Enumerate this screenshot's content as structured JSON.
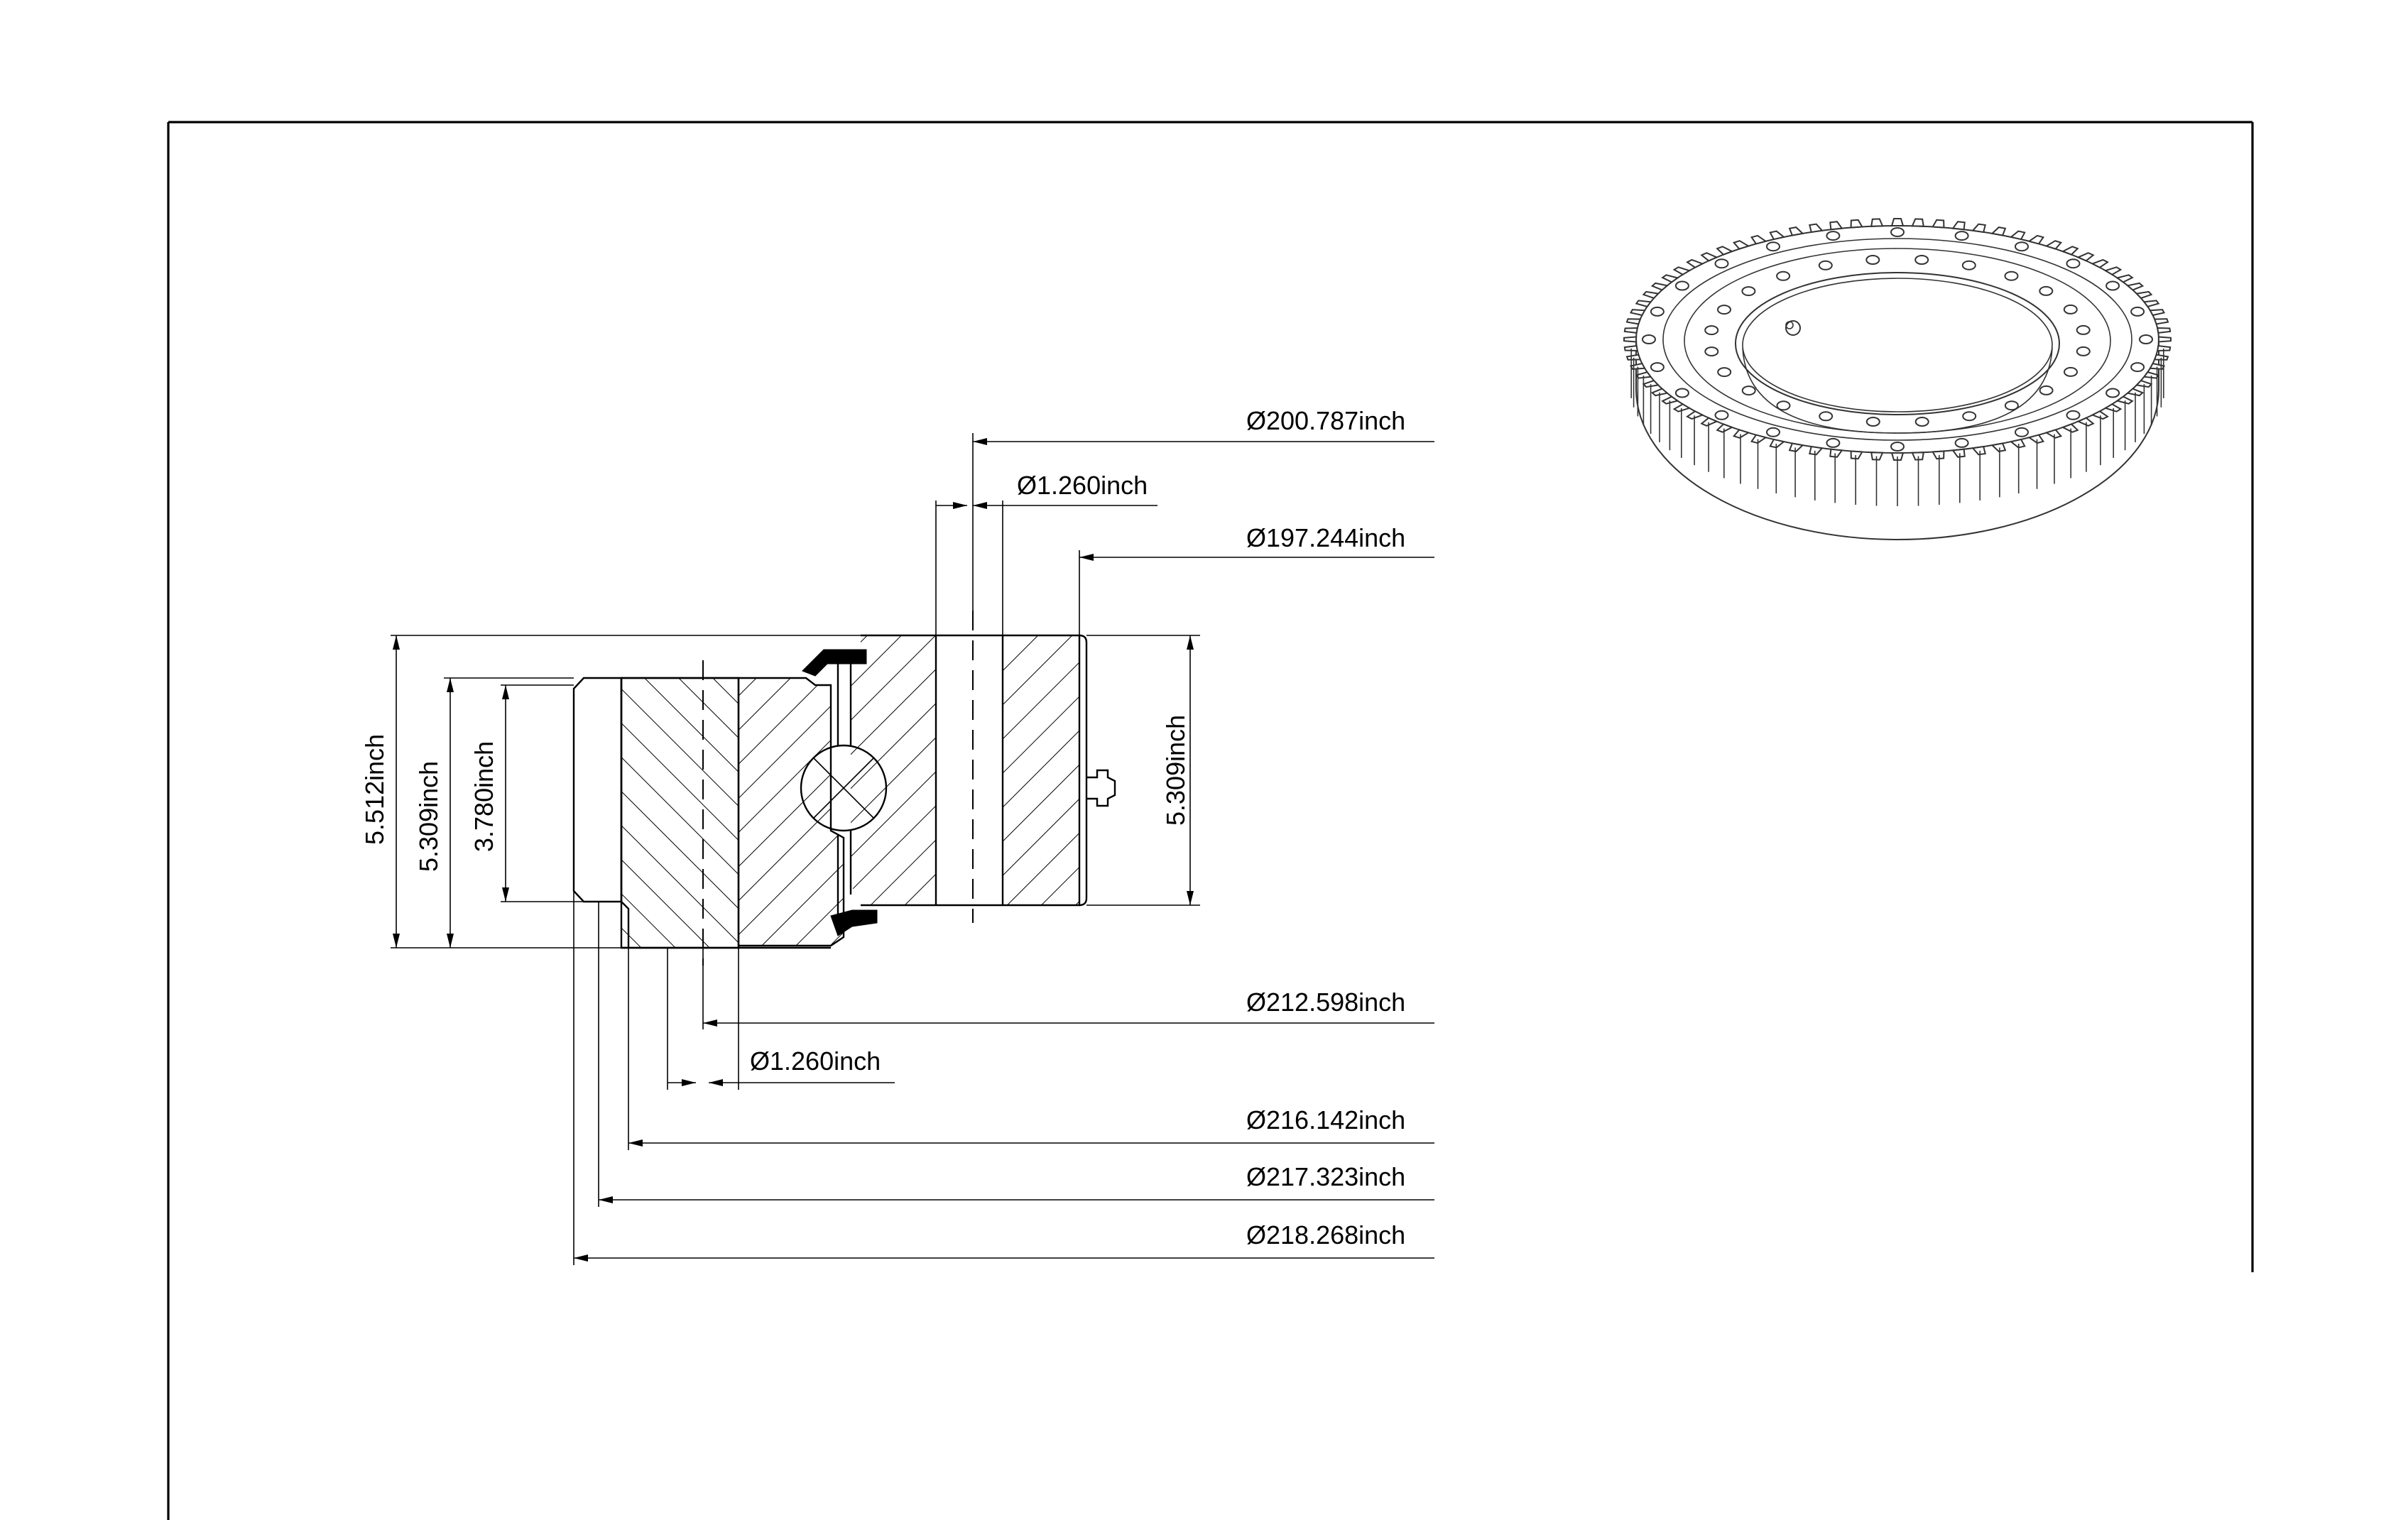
{
  "drawing": {
    "colors": {
      "line": "#000000",
      "background": "#ffffff",
      "render_line": "#333333"
    },
    "dimensions": {
      "d_200_787": "Ø200.787inch",
      "d_1_260_top": "Ø1.260inch",
      "d_197_244": "Ø197.244inch",
      "d_212_598": "Ø212.598inch",
      "d_1_260_bottom": "Ø1.260inch",
      "d_216_142": "Ø216.142inch",
      "d_217_323": "Ø217.323inch",
      "d_218_268": "Ø218.268inch",
      "h_5_512": "5.512inch",
      "h_5_309_left": "5.309inch",
      "h_3_780": "3.780inch",
      "h_5_309_right": "5.309inch"
    }
  }
}
